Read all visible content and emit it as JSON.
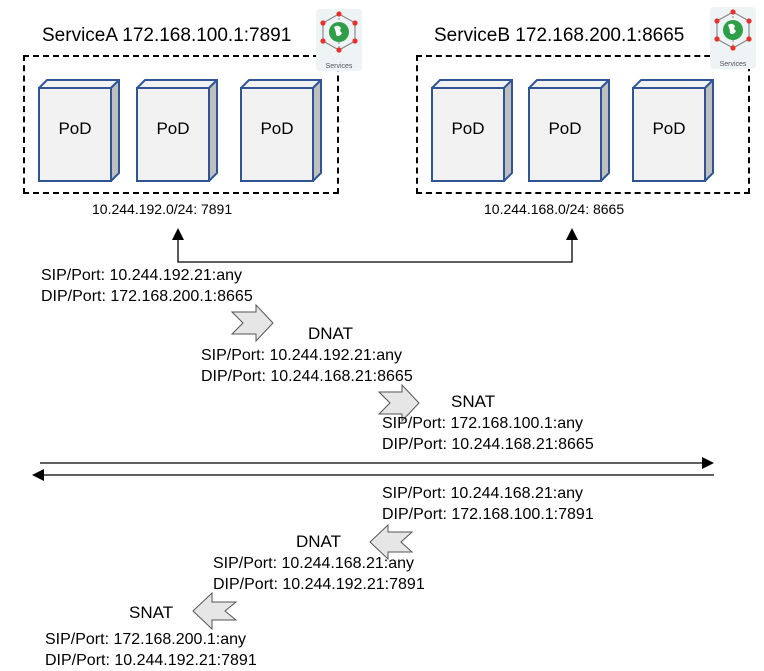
{
  "diagram": {
    "services": [
      {
        "name": "ServiceA",
        "title": "ServiceA 172.168.100.1:7891",
        "icon": "kubernetes-services-icon",
        "icon_caption": "Services",
        "subnet": "10.244.192.0/24: 7891",
        "pods": [
          "PoD",
          "PoD",
          "PoD"
        ]
      },
      {
        "name": "ServiceB",
        "title": "ServiceB 172.168.200.1:8665",
        "icon": "kubernetes-services-icon",
        "icon_caption": "Services",
        "subnet": "10.244.168.0/24: 8665",
        "pods": [
          "PoD",
          "PoD",
          "PoD"
        ]
      }
    ],
    "request_path": {
      "original": {
        "sip": "SIP/Port: 10.244.192.21:any",
        "dip": "DIP/Port: 172.168.200.1:8665"
      },
      "dnat": {
        "label": "DNAT",
        "sip": "SIP/Port: 10.244.192.21:any",
        "dip": "DIP/Port: 10.244.168.21:8665"
      },
      "snat": {
        "label": "SNAT",
        "sip": "SIP/Port: 172.168.100.1:any",
        "dip": "DIP/Port: 10.244.168.21:8665"
      }
    },
    "reply_path": {
      "original": {
        "sip": "SIP/Port: 10.244.168.21:any",
        "dip": "DIP/Port: 172.168.100.1:7891"
      },
      "dnat": {
        "label": "DNAT",
        "sip": "SIP/Port: 10.244.168.21:any",
        "dip": "DIP/Port: 10.244.192.21:7891"
      },
      "snat": {
        "label": "SNAT",
        "sip": "SIP/Port: 172.168.200.1:any",
        "dip": "DIP/Port: 10.244.192.21:7891"
      }
    },
    "colors": {
      "pod_border": "#2f5597",
      "pod_fill": "#f2f2f2",
      "pod_side": "#bfbfbf",
      "nat_arrow_fill": "#e6e6e6",
      "icon_globe": "#2e9e48",
      "icon_node": "#e8312a"
    }
  }
}
